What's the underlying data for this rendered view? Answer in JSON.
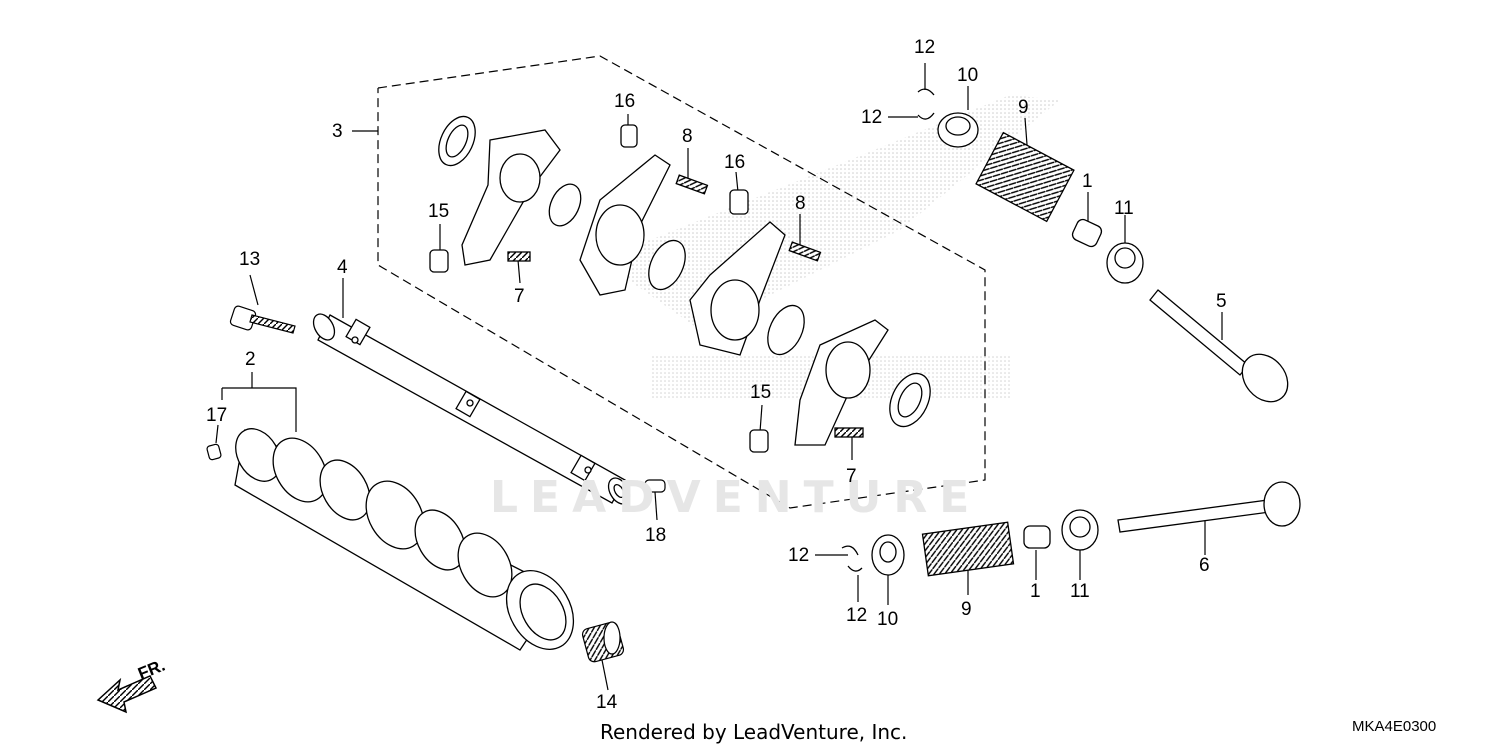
{
  "diagram": {
    "callouts": [
      {
        "id": "label-1-top",
        "text": "1"
      },
      {
        "id": "label-1-bottom",
        "text": "1"
      },
      {
        "id": "label-2",
        "text": "2"
      },
      {
        "id": "label-3",
        "text": "3"
      },
      {
        "id": "label-4",
        "text": "4"
      },
      {
        "id": "label-5",
        "text": "5"
      },
      {
        "id": "label-6",
        "text": "6"
      },
      {
        "id": "label-7-left",
        "text": "7"
      },
      {
        "id": "label-7-right",
        "text": "7"
      },
      {
        "id": "label-8-upper",
        "text": "8"
      },
      {
        "id": "label-8-lower",
        "text": "8"
      },
      {
        "id": "label-9-top",
        "text": "9"
      },
      {
        "id": "label-9-bottom",
        "text": "9"
      },
      {
        "id": "label-10-top",
        "text": "10"
      },
      {
        "id": "label-10-bottom",
        "text": "10"
      },
      {
        "id": "label-11-top",
        "text": "11"
      },
      {
        "id": "label-11-bottom",
        "text": "11"
      },
      {
        "id": "label-12-top-a",
        "text": "12"
      },
      {
        "id": "label-12-top-b",
        "text": "12"
      },
      {
        "id": "label-12-bottom-a",
        "text": "12"
      },
      {
        "id": "label-12-bottom-b",
        "text": "12"
      },
      {
        "id": "label-13",
        "text": "13"
      },
      {
        "id": "label-14",
        "text": "14"
      },
      {
        "id": "label-15-left",
        "text": "15"
      },
      {
        "id": "label-15-right",
        "text": "15"
      },
      {
        "id": "label-16-left",
        "text": "16"
      },
      {
        "id": "label-16-right",
        "text": "16"
      },
      {
        "id": "label-17",
        "text": "17"
      },
      {
        "id": "label-18",
        "text": "18"
      }
    ],
    "front_indicator": "FR.",
    "watermark": "LEADVENTURE",
    "footer": "Rendered by LeadVenture, Inc.",
    "diagram_code": "MKA4E0300"
  }
}
